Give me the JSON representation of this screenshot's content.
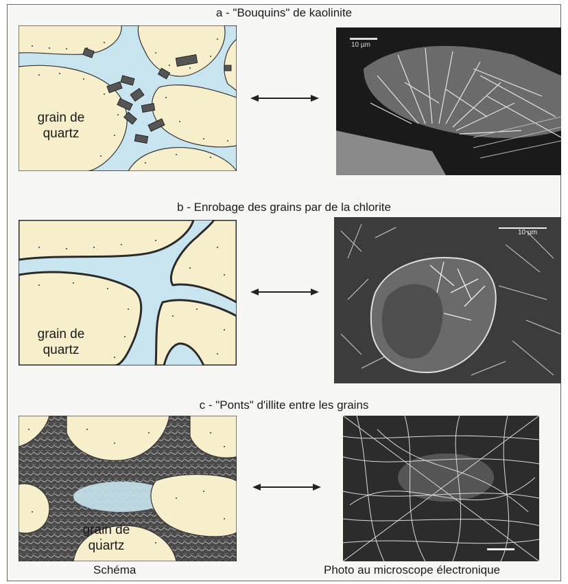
{
  "panels": {
    "a": {
      "title": "a - \"Bouquins\" de kaolinite",
      "grain_label_1": "grain de",
      "grain_label_2": "quartz",
      "scale": "10 µm"
    },
    "b": {
      "title": "b - Enrobage des grains par de la chlorite",
      "grain_label_1": "grain de",
      "grain_label_2": "quartz",
      "scale": "10 µm"
    },
    "c": {
      "title": "c - \"Ponts\" d'illite entre les grains",
      "grain_label_1": "grain de",
      "grain_label_2": "quartz",
      "scale": ""
    }
  },
  "captions": {
    "left": "Schéma",
    "right": "Photo au microscope électronique"
  },
  "colors": {
    "grain": "#f7eecb",
    "pore": "#c8e4ef",
    "clay": "#2a2a2a",
    "frame": "#6a6a6a"
  },
  "icons": [
    "double-arrow-icon"
  ]
}
